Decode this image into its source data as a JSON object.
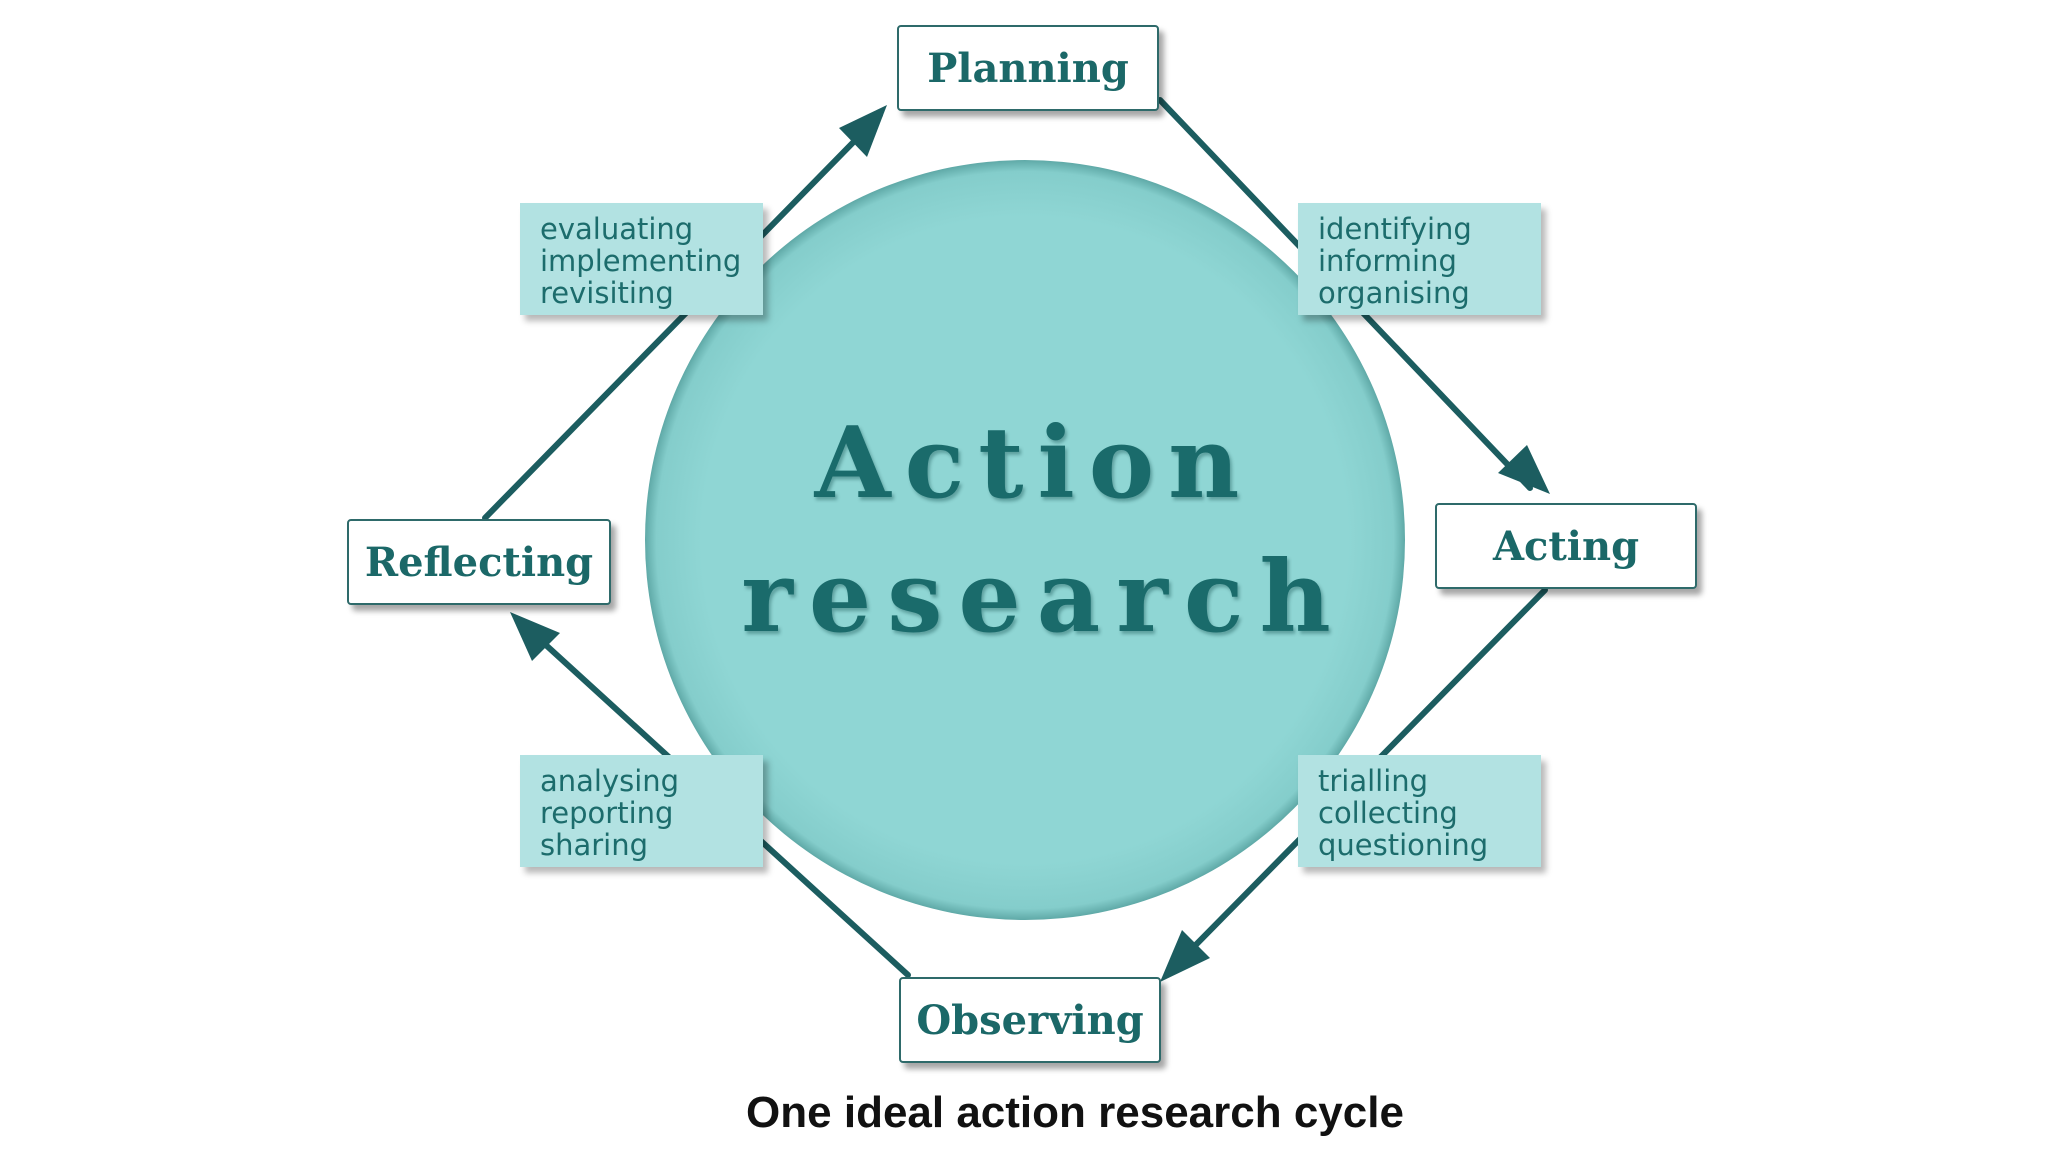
{
  "center": {
    "line1": "Action",
    "line2": "research"
  },
  "stages": {
    "planning": "Planning",
    "acting": "Acting",
    "observing": "Observing",
    "reflecting": "Reflecting"
  },
  "activities": {
    "after_planning": [
      "identifying",
      "informing",
      "organising"
    ],
    "after_acting": [
      "trialling",
      "collecting",
      "questioning"
    ],
    "after_observing": [
      "analysing",
      "reporting",
      "sharing"
    ],
    "after_reflecting": [
      "evaluating",
      "implementing",
      "revisiting"
    ]
  },
  "caption": "One ideal action research cycle",
  "colors": {
    "circle": "#8fd6d4",
    "arrow": "#1c5d60",
    "stage_text": "#1b6868",
    "activity_bg": "#b2e2e2"
  }
}
